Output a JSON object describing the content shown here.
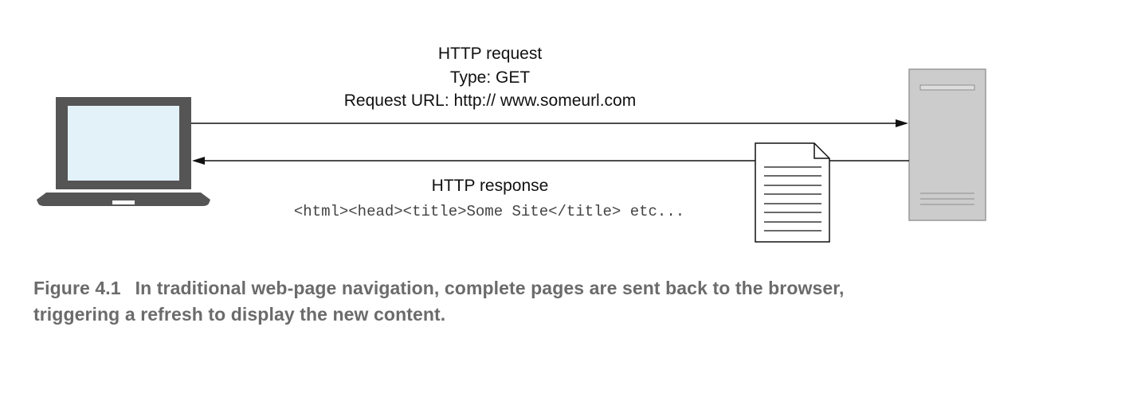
{
  "request": {
    "title": "HTTP request",
    "type": "Type: GET",
    "url": "Request URL: http:// www.someurl.com"
  },
  "response": {
    "title": "HTTP response",
    "body": "<html><head><title>Some Site</title> etc..."
  },
  "caption": {
    "number": "Figure 4.1",
    "text_line1": "In traditional web-page navigation, complete pages are sent back to the browser,",
    "text_line2": "triggering a refresh to display the new content."
  },
  "colors": {
    "laptop_frame": "#555555",
    "laptop_screen": "#e3f1f8",
    "server_body": "#cccccc",
    "server_border": "#999999",
    "arrow": "#111111",
    "caption": "#6b6b6b"
  }
}
